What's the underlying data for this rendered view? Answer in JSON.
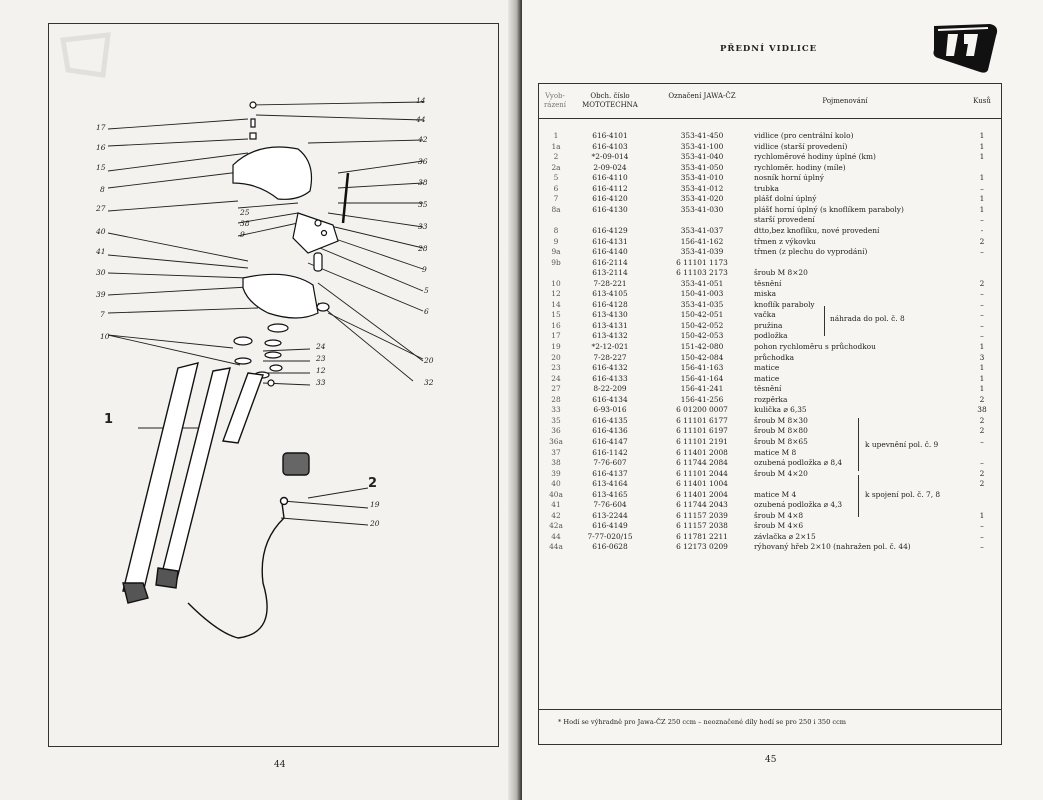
{
  "left_page": {
    "page_number": "44",
    "callouts": [
      "14",
      "44",
      "17",
      "42",
      "16",
      "36",
      "15",
      "38",
      "8",
      "35",
      "27",
      "25",
      "33",
      "38",
      "9",
      "28",
      "40",
      "41",
      "9",
      "30",
      "5",
      "39",
      "6",
      "7",
      "10",
      "20",
      "24",
      "23",
      "12",
      "33",
      "32",
      "1",
      "2",
      "19",
      "20"
    ]
  },
  "right_page": {
    "title": "PŘEDNÍ VIDLICE",
    "page_number": "45",
    "headers": {
      "pos": "Vyob- rázení",
      "mototechna": "Obch. číslo MOTOTECHNA",
      "jawa": "Označení JAWA-ČZ",
      "name": "Pojmenování",
      "qty": "Kusů"
    },
    "rows": [
      {
        "pos": "1",
        "mot": "616-4101",
        "jawa": "353-41-450",
        "name": "vidlice (pro centrální kolo)",
        "qty": "1"
      },
      {
        "pos": "1a",
        "mot": "616-4103",
        "jawa": "353-41-100",
        "name": "vidlice (starší provedení)",
        "qty": "1"
      },
      {
        "pos": "2",
        "mot": "*2-09-014",
        "jawa": "353-41-040",
        "name": "rychloměrové hodiny úplné (km)",
        "qty": "1"
      },
      {
        "pos": "2a",
        "mot": "2-09-024",
        "jawa": "353-41-050",
        "name": "rychloměr. hodiny (míle)",
        "qty": ""
      },
      {
        "pos": "5",
        "mot": "616-4110",
        "jawa": "353-41-010",
        "name": "nosník horní úplný",
        "qty": "1"
      },
      {
        "pos": "6",
        "mot": "616-4112",
        "jawa": "353-41-012",
        "name": "trubka",
        "qty": "–"
      },
      {
        "pos": "7",
        "mot": "616-4120",
        "jawa": "353-41-020",
        "name": "plášť dolní úplný",
        "qty": "1"
      },
      {
        "pos": "8a",
        "mot": "616-4130",
        "jawa": "353-41-030",
        "name": "plášť horní úplný (s knoflíkem paraboly)",
        "qty": "1"
      },
      {
        "pos": "",
        "mot": "",
        "jawa": "",
        "name": "starší provedení",
        "qty": "–"
      },
      {
        "pos": "8",
        "mot": "616-4129",
        "jawa": "353-41-037",
        "name": "dtto,bez knoflíku, nové provedení",
        "qty": "-"
      },
      {
        "pos": "9",
        "mot": "616-4131",
        "jawa": "156-41-162",
        "name": "třmen z výkovku",
        "qty": "2"
      },
      {
        "pos": "9a",
        "mot": "616-4140",
        "jawa": "353-41-039",
        "name": "třmen (z plechu do vyprodání)",
        "qty": "–"
      },
      {
        "pos": "9b",
        "mot": "616-2114",
        "jawa": "6 11101 1173",
        "name": "",
        "qty": ""
      },
      {
        "pos": "",
        "mot": "613-2114",
        "jawa": "6 11103 2173",
        "name": "šroub M 8×20",
        "qty": ""
      },
      {
        "pos": "10",
        "mot": "7-28-221",
        "jawa": "353-41-051",
        "name": "těsnění",
        "qty": "2"
      },
      {
        "pos": "12",
        "mot": "613-4105",
        "jawa": "150-41-003",
        "name": "miska",
        "qty": "–"
      },
      {
        "pos": "14",
        "mot": "616-4128",
        "jawa": "353-41-035",
        "name": "knoflík paraboly",
        "qty": "–"
      },
      {
        "pos": "15",
        "mot": "613-4130",
        "jawa": "150-42-051",
        "name": "vačka",
        "qty": "–"
      },
      {
        "pos": "16",
        "mot": "613-4131",
        "jawa": "150-42-052",
        "name": "pružina",
        "qty": "–"
      },
      {
        "pos": "17",
        "mot": "613-4132",
        "jawa": "150-42-053",
        "name": "podložka",
        "qty": "–"
      },
      {
        "pos": "19",
        "mot": "*2-12-021",
        "jawa": "151-42-080",
        "name": "pohon rychloměru s průchodkou",
        "qty": "1"
      },
      {
        "pos": "20",
        "mot": "7-28-227",
        "jawa": "150-42-084",
        "name": "průchodka",
        "qty": "3"
      },
      {
        "pos": "23",
        "mot": "616-4132",
        "jawa": "156-41-163",
        "name": "matice",
        "qty": "1"
      },
      {
        "pos": "24",
        "mot": "616-4133",
        "jawa": "156-41-164",
        "name": "matice",
        "qty": "1"
      },
      {
        "pos": "27",
        "mot": "8-22-209",
        "jawa": "156-41-241",
        "name": "těsnění",
        "qty": "1"
      },
      {
        "pos": "28",
        "mot": "616-4134",
        "jawa": "156-41-256",
        "name": "rozpěrka",
        "qty": "2"
      },
      {
        "pos": "33",
        "mot": "6-93-016",
        "jawa": "6 01200 0007",
        "name": "kulička ⌀ 6,35",
        "qty": "38"
      },
      {
        "pos": "35",
        "mot": "616-4135",
        "jawa": "6 11101 6177",
        "name": "šroub M 8×30",
        "qty": "2"
      },
      {
        "pos": "36",
        "mot": "616-4136",
        "jawa": "6 11101 6197",
        "name": "šroub M 8×80",
        "qty": "2"
      },
      {
        "pos": "36a",
        "mot": "616-4147",
        "jawa": "6 11101 2191",
        "name": "šroub M 8×65",
        "qty": "–"
      },
      {
        "pos": "37",
        "mot": "616-1142",
        "jawa": "6 11401 2008",
        "name": "matice M 8",
        "qty": ""
      },
      {
        "pos": "38",
        "mot": "7-76-607",
        "jawa": "6 11744 2084",
        "name": "ozubená podložka ⌀ 8,4",
        "qty": "–"
      },
      {
        "pos": "39",
        "mot": "616-4137",
        "jawa": "6 11101 2044",
        "name": "šroub M 4×20",
        "qty": "2"
      },
      {
        "pos": "40",
        "mot": "613-4164",
        "jawa": "6 11401 1004",
        "name": "",
        "qty": "2"
      },
      {
        "pos": "40a",
        "mot": "613-4165",
        "jawa": "6 11401 2004",
        "name": "matice M 4",
        "qty": ""
      },
      {
        "pos": "41",
        "mot": "7-76-604",
        "jawa": "6 11744 2043",
        "name": "ozubená podložka ⌀ 4,3",
        "qty": ""
      },
      {
        "pos": "42",
        "mot": "613-2244",
        "jawa": "6 11157 2039",
        "name": "šroub M 4×8",
        "qty": "1"
      },
      {
        "pos": "42a",
        "mot": "616-4149",
        "jawa": "6 11157 2038",
        "name": "šroub M 4×6",
        "qty": "–"
      },
      {
        "pos": "44",
        "mot": "7-77-020/15",
        "jawa": "6 11781 2211",
        "name": "závlačka ⌀ 2×15",
        "qty": "–"
      },
      {
        "pos": "44a",
        "mot": "616-0628",
        "jawa": "6 12173 0209",
        "name": "rýhovaný hřeb 2×10 (nahražen pol. č. 44)",
        "qty": "–"
      }
    ],
    "group_notes": {
      "replacement": "náhrada do pol. č. 8",
      "mounting": "k upevnění pol. č. 9",
      "connection": "k spojení pol. č. 7, 8"
    },
    "footnote": "* Hodí se výhradně pro Jawa-ČZ 250 ccm – neoznačené díly hodí se pro 250 i 350 ccm"
  }
}
